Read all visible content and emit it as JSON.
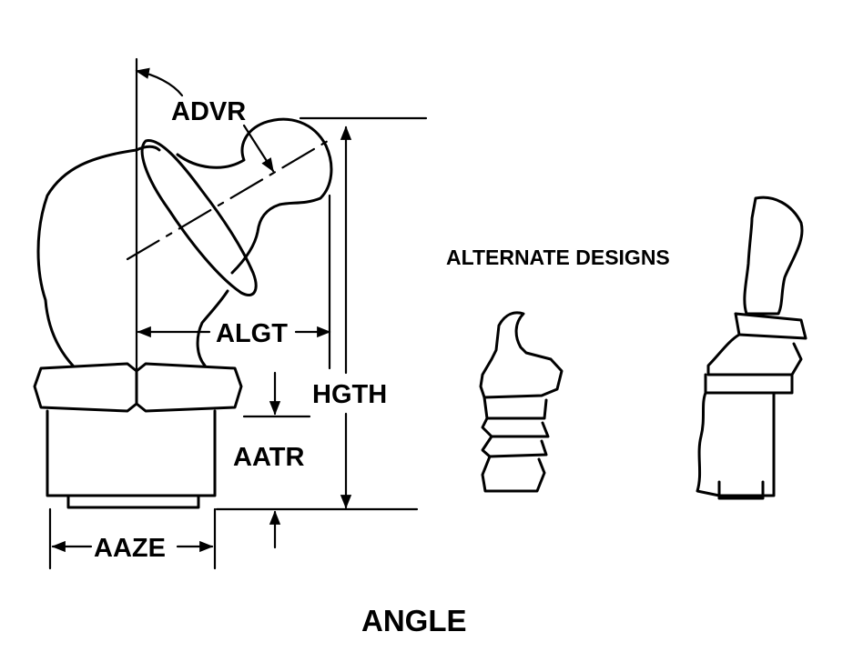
{
  "labels": {
    "advr": "ADVR",
    "algt": "ALGT",
    "hgth": "HGTH",
    "aatr": "AATR",
    "aaze": "AAZE",
    "alternate": "ALTERNATE DESIGNS",
    "caption": "ANGLE"
  }
}
